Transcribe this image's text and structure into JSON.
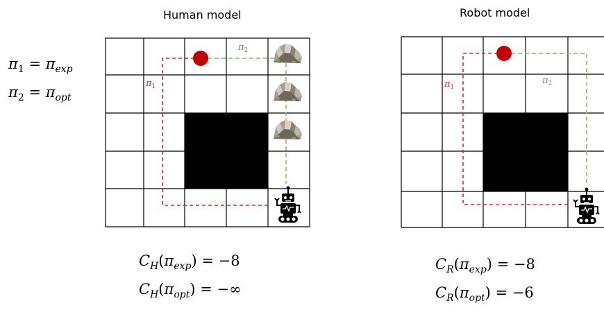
{
  "human_panel": {
    "title": "Human model",
    "path1_label": "π",
    "path1_sub": "1",
    "path2_label": "π",
    "path2_sub": "2",
    "costs": [
      {
        "C": "C",
        "C_sub": "H",
        "pi": "π",
        "pi_sub": "exp",
        "rhs": "−8"
      },
      {
        "C": "C",
        "C_sub": "H",
        "pi": "π",
        "pi_sub": "opt",
        "rhs": "−∞"
      }
    ]
  },
  "robot_panel": {
    "title": "Robot model",
    "path1_label": "π",
    "path1_sub": "1",
    "path2_label": "π",
    "path2_sub": "2",
    "costs": [
      {
        "C": "C",
        "C_sub": "R",
        "pi": "π",
        "pi_sub": "exp",
        "rhs": "−8"
      },
      {
        "C": "C",
        "C_sub": "R",
        "pi": "π",
        "pi_sub": "opt",
        "rhs": "−6"
      }
    ]
  },
  "legend": [
    {
      "lhs": "π",
      "lhs_sub": "1",
      "rhs": "π",
      "rhs_sub": "exp"
    },
    {
      "lhs": "π",
      "lhs_sub": "2",
      "rhs": "π",
      "rhs_sub": "opt"
    }
  ],
  "colors": {
    "path1": "#d42b2b",
    "path2": "#8fc77a",
    "goal": "#c00000",
    "obstacle": "#000000",
    "grid": "#000000"
  },
  "icons": {
    "goal": "goal-dot",
    "robot": "robot-icon",
    "rocks": "rock-pile-icon"
  }
}
